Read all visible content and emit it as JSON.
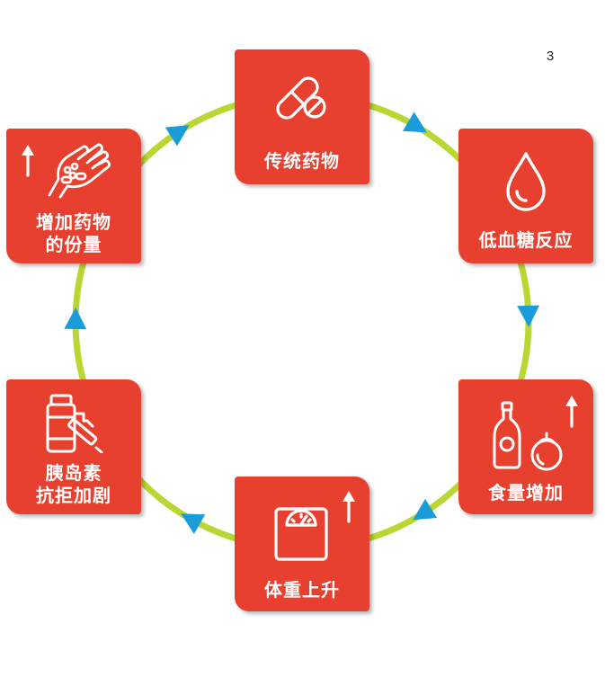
{
  "page_number": "3",
  "colors": {
    "card": "#e8402f",
    "ring": "#b8d733",
    "arrow": "#1a9cd8",
    "icon": "#ffffff"
  },
  "steps": [
    {
      "label": "传统药物",
      "icon": "pills-icon",
      "indicator": ""
    },
    {
      "label": "低血糖反应",
      "icon": "drop-icon",
      "indicator": ""
    },
    {
      "label": "食量增加",
      "icon": "food-icon",
      "indicator": "up-arrow"
    },
    {
      "label": "体重上升",
      "icon": "scale-icon",
      "indicator": "up-arrow"
    },
    {
      "label_line1": "胰岛素",
      "label_line2": "抗拒加剧",
      "icon": "insulin-icon",
      "indicator": ""
    },
    {
      "label_line1": "增加药物",
      "label_line2": "的份量",
      "icon": "hand-pills-icon",
      "indicator": "up-arrow"
    }
  ]
}
